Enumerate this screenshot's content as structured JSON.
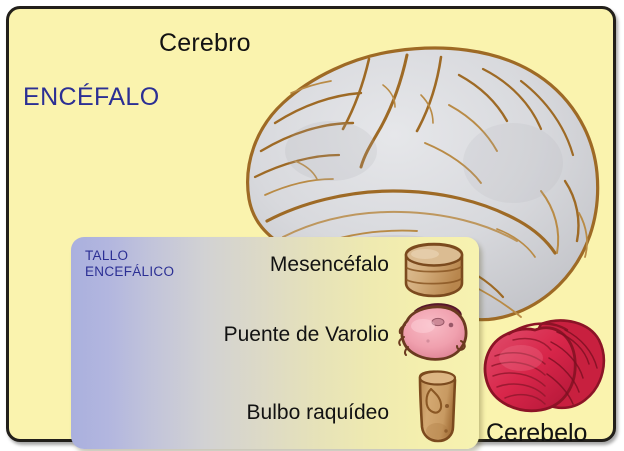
{
  "diagram": {
    "title_label": "Cerebro",
    "overall_label": "ENCÉFALO",
    "cerebellum_label": "Cerebelo",
    "brainstem_panel": {
      "label": "TALLO\nENCEFÁLICO",
      "parts": [
        {
          "name": "midbrain",
          "label": "Mesencéfalo"
        },
        {
          "name": "pons",
          "label": "Puente de Varolio"
        },
        {
          "name": "medulla",
          "label": "Bulbo raquídeo"
        }
      ]
    },
    "colors": {
      "page_background": "#faf3ae",
      "frame_border": "#221f1a",
      "blue_text": "#2b2f94",
      "black_text": "#121212",
      "cerebrum_fill": "#d8d9dd",
      "cerebrum_outline": "#9e6a25",
      "cerebellum_fill": "#d8264a",
      "cerebellum_outline": "#8c1326",
      "midbrain_fill": "#cfa772",
      "midbrain_outline": "#7b4a1e",
      "pons_fill": "#f2a5b2",
      "pons_outline": "#6b3a20",
      "medulla_fill": "#cfa06a",
      "medulla_outline": "#7b4a1e",
      "panel_gradient_left": "#aab0de",
      "panel_gradient_right": "#f7f2b0"
    }
  }
}
